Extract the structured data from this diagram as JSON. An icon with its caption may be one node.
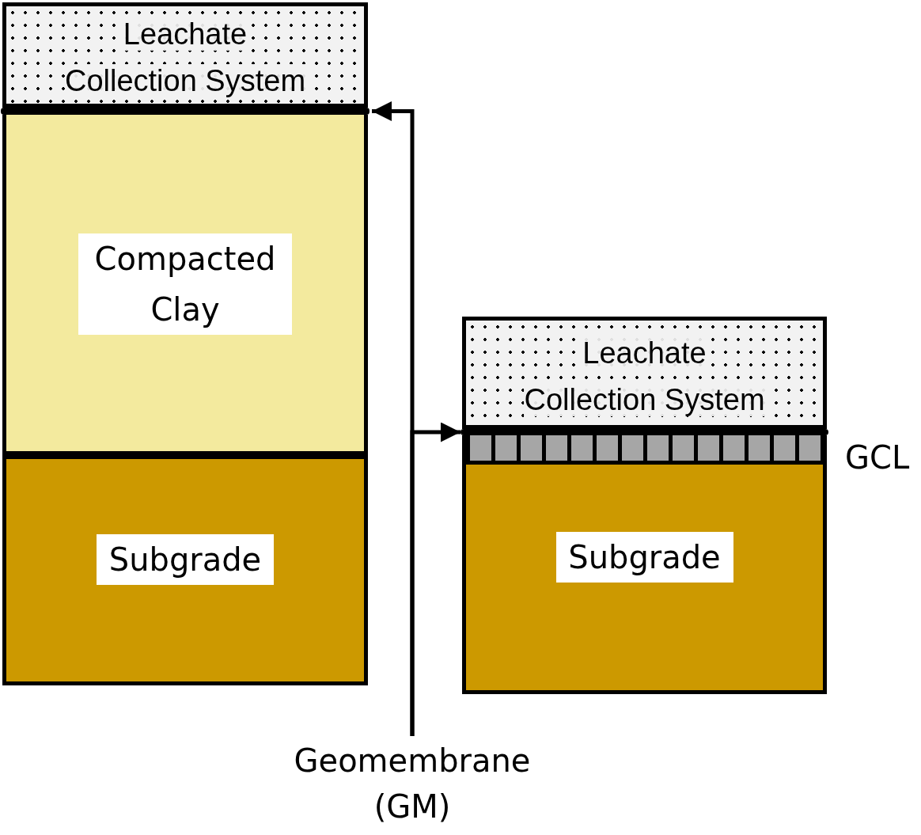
{
  "diagram": {
    "nodes": [
      {
        "text": [
          "Leachate Collection System"
        ]
      },
      {
        "text": [],
        "shape": "bar"
      },
      {
        "text": [
          "Compacted Clay"
        ]
      },
      {
        "text": [
          "Subgrade"
        ]
      },
      {
        "text": [
          "Leachate Collection System"
        ]
      },
      {
        "text": [],
        "shape": "bar"
      },
      {
        "text": [],
        "shape": "bar",
        "beside": [
          "GCL"
        ]
      },
      {
        "text": [
          "Subgrade"
        ]
      },
      {
        "text": [
          "Geomembrane (GM)"
        ]
      }
    ],
    "edges": [
      {
        "from": 8,
        "to": 1,
        "arrow": "to"
      },
      {
        "from": 8,
        "to": 5,
        "arrow": "to"
      }
    ]
  }
}
